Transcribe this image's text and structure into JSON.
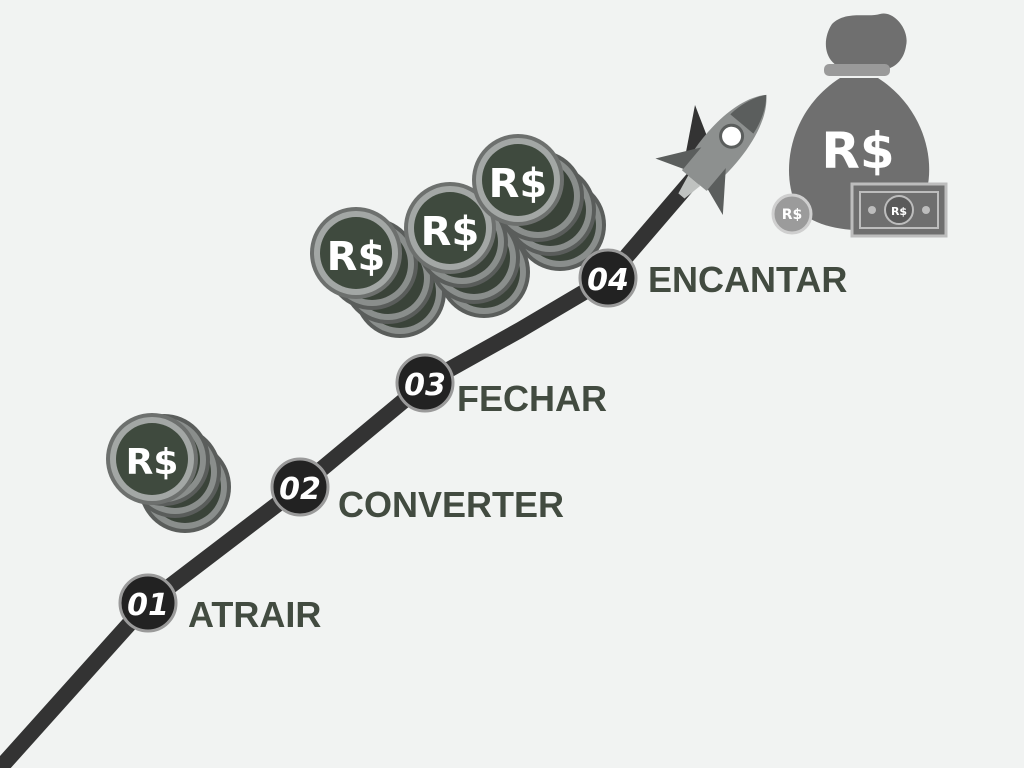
{
  "currency_symbol": "R$",
  "steps": [
    {
      "number": "01",
      "label": "ATRAIR"
    },
    {
      "number": "02",
      "label": "CONVERTER"
    },
    {
      "number": "03",
      "label": "FECHAR"
    },
    {
      "number": "04",
      "label": "ENCANTAR"
    }
  ],
  "colors": {
    "background": "#f1f3f2",
    "path": "#333333",
    "label": "#424b40",
    "coin_face": "#3f4a3e",
    "coin_rim": "#8e9290",
    "bag": "#6f6f6f"
  },
  "icons": [
    "coin-stack-icon",
    "rocket-icon",
    "money-bag-icon",
    "banknote-icon"
  ]
}
